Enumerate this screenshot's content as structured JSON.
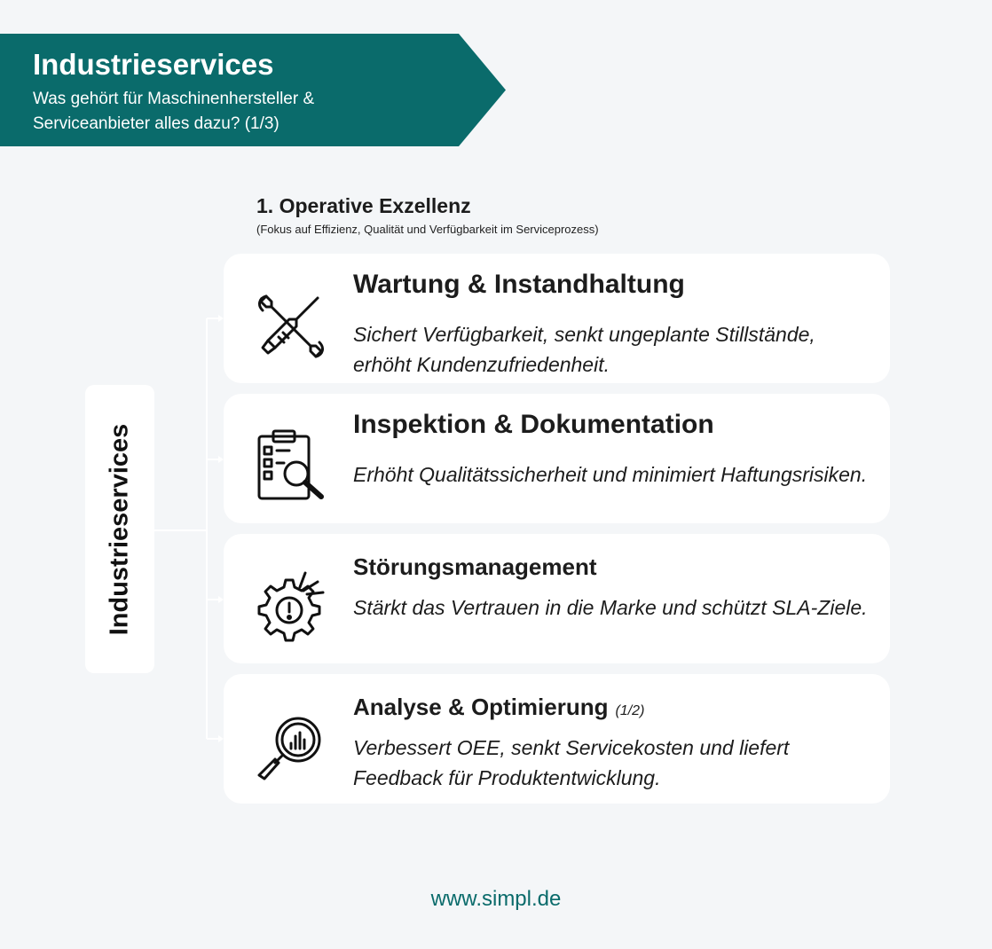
{
  "colors": {
    "brand": "#0a6b6b",
    "background": "#f4f6f8",
    "card": "#ffffff",
    "text": "#1c1c1c"
  },
  "banner": {
    "title": "Industrieservices",
    "subtitle": "Was gehört für Maschinenhersteller & Serviceanbieter alles dazu? (1/3)"
  },
  "section": {
    "title": "1. Operative Exzellenz",
    "subtitle": "(Fokus auf Effizienz, Qualität und Verfügbarkeit im Serviceprozess)"
  },
  "side": {
    "label": "Industrieservices"
  },
  "cards": [
    {
      "icon": "tools-icon",
      "title": "Wartung & Instandhaltung",
      "note": "",
      "description": "Sichert Verfügbarkeit, senkt ungeplante Stillstände, erhöht Kundenzufriedenheit."
    },
    {
      "icon": "clipboard-magnifier-icon",
      "title": "Inspektion & Dokumentation",
      "note": "",
      "description": "Erhöht Qualitätssicherheit und minimiert Haftungsrisiken."
    },
    {
      "icon": "gear-alert-icon",
      "title": "Störungsmanagement",
      "note": "",
      "description": "Stärkt das Vertrauen in die Marke und schützt SLA-Ziele."
    },
    {
      "icon": "magnifier-chart-icon",
      "title": "Analyse & Optimierung",
      "note": "(1/2)",
      "description": "Verbessert OEE, senkt Servicekosten und liefert Feedback für Produktentwicklung."
    }
  ],
  "footer": {
    "url": "www.simpl.de"
  }
}
